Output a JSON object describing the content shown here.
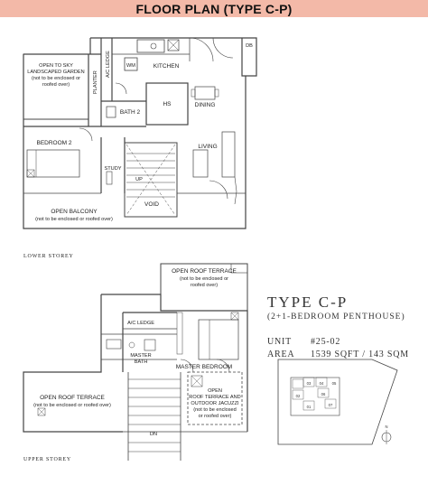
{
  "header": {
    "title": "FLOOR PLAN (TYPE C-P)"
  },
  "unit_info": {
    "type_title": "TYPE C-P",
    "type_subtitle": "(2+1-BEDROOM PENTHOUSE)",
    "unit_label": "UNIT",
    "unit_value": "#25-02",
    "area_label": "AREA",
    "area_value": "1539 SQFT / 143 SQM"
  },
  "lower_storey": {
    "caption": "LOWER STOREY",
    "rooms": {
      "garden_l1": "OPEN TO SKY",
      "garden_l2": "LANDSCAPED GARDEN",
      "garden_l3": "(not to be enclosed or",
      "garden_l4": "roofed over)",
      "planter": "PLANTER",
      "ac_ledge": "A/C LEDGE",
      "wm": "WM",
      "kitchen": "KITCHEN",
      "db": "DB",
      "bath2": "BATH 2",
      "hs": "HS",
      "dining": "DINING",
      "bedroom2": "BEDROOM 2",
      "study": "STUDY",
      "living": "LIVING",
      "void": "VOID",
      "up": "UP",
      "balcony_l1": "OPEN BALCONY",
      "balcony_l2": "(not to be enclosed or roofed over)"
    }
  },
  "upper_storey": {
    "caption": "UPPER STOREY",
    "rooms": {
      "terrace_top_l1": "OPEN ROOF TERRACE",
      "terrace_top_l2": "(not to be enclosed or",
      "terrace_top_l3": "roofed over)",
      "ac_ledge": "A/C LEDGE",
      "master_bath_l1": "MASTER",
      "master_bath_l2": "BATH",
      "master_bedroom": "MASTER BEDROOM",
      "terrace_left_l1": "OPEN ROOF TERRACE",
      "terrace_left_l2": "(not to be enclosed or roofed over)",
      "jacuzzi_l1": "OPEN",
      "jacuzzi_l2": "ROOF TERRACE AND",
      "jacuzzi_l3": "OUTDOOR JACUZZI",
      "jacuzzi_l4": "(not to be enclosed",
      "jacuzzi_l5": "or roofed over)",
      "dn": "DN"
    }
  },
  "key_plan": {
    "labels": [
      "03",
      "04",
      "05",
      "02",
      "06",
      "01",
      "07"
    ],
    "north": "N"
  }
}
